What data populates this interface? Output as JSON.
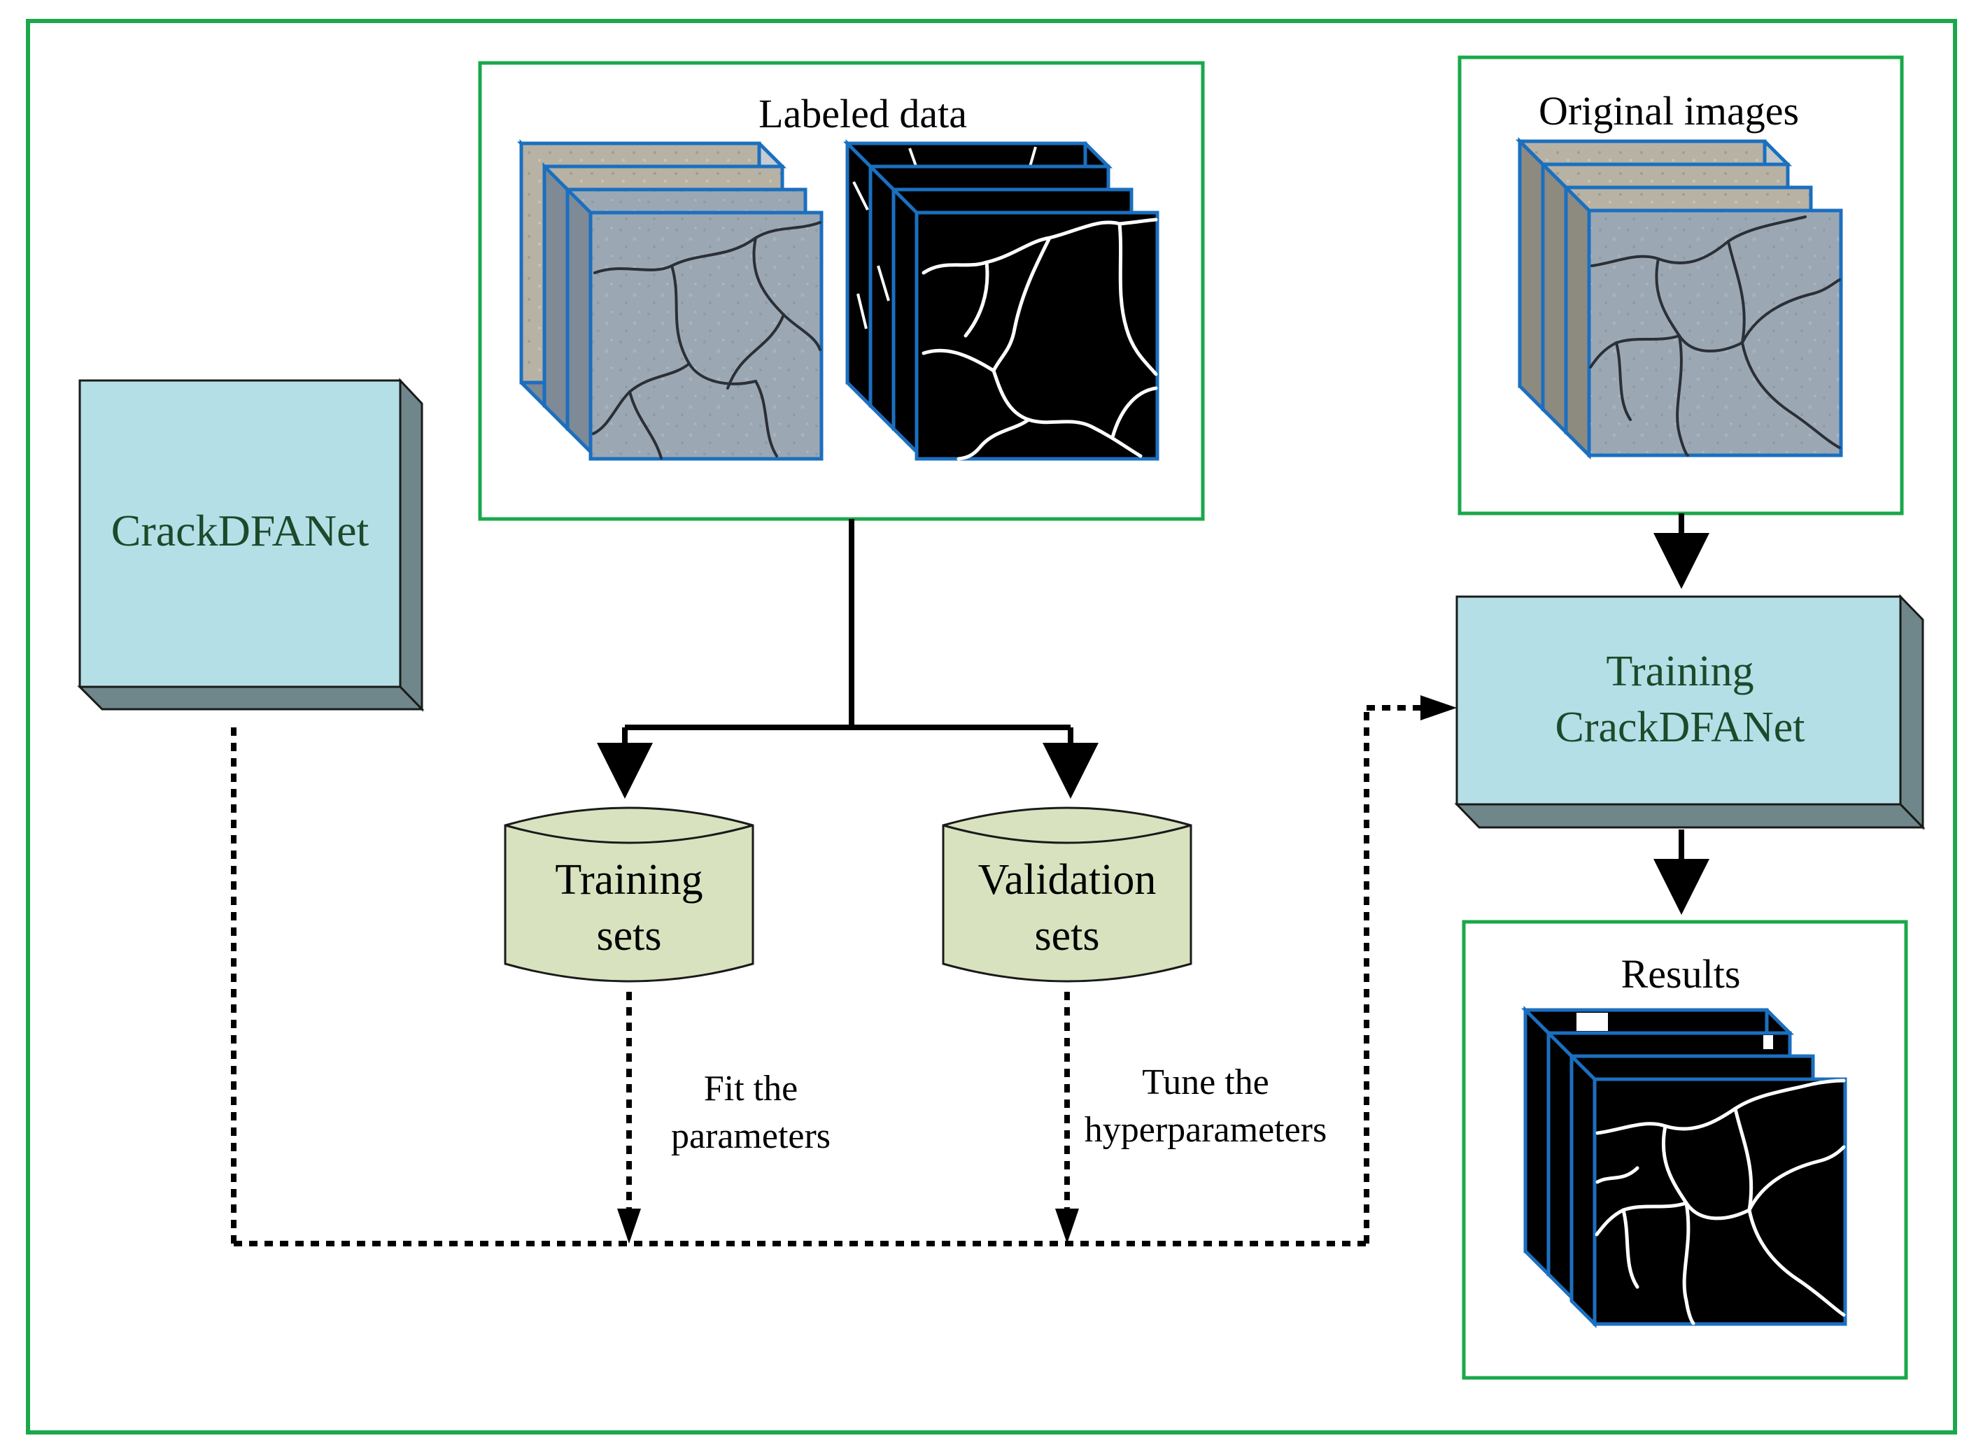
{
  "colors": {
    "frame_green": "#1aa84a",
    "cyan_face": "#b5dfe7",
    "cyan_shadow": "#6f878a",
    "db_fill": "#d8e2bf",
    "text_green": "#1c4a2a",
    "stack_blue": "#1b6fbf",
    "concrete": "#9aa7b3",
    "mask_black": "#000000",
    "crack_white": "#ffffff"
  },
  "labels": {
    "labeled_data": "Labeled data",
    "original_images": "Original images",
    "crackdfanet": "CrackDFANet",
    "training_box_line1": "Training",
    "training_box_line2": "CrackDFANet",
    "training_sets_line1": "Training",
    "training_sets_line2": "sets",
    "validation_sets_line1": "Validation",
    "validation_sets_line2": "sets",
    "fit_line1": "Fit the",
    "fit_line2": "parameters",
    "tune_line1": "Tune the",
    "tune_line2": "hyperparameters",
    "results": "Results"
  },
  "icons": {
    "image_stack": "pavement-image-stack-icon",
    "mask_stack": "crack-mask-stack-icon",
    "database": "database-cylinder-icon",
    "model_block": "3d-block-icon"
  }
}
